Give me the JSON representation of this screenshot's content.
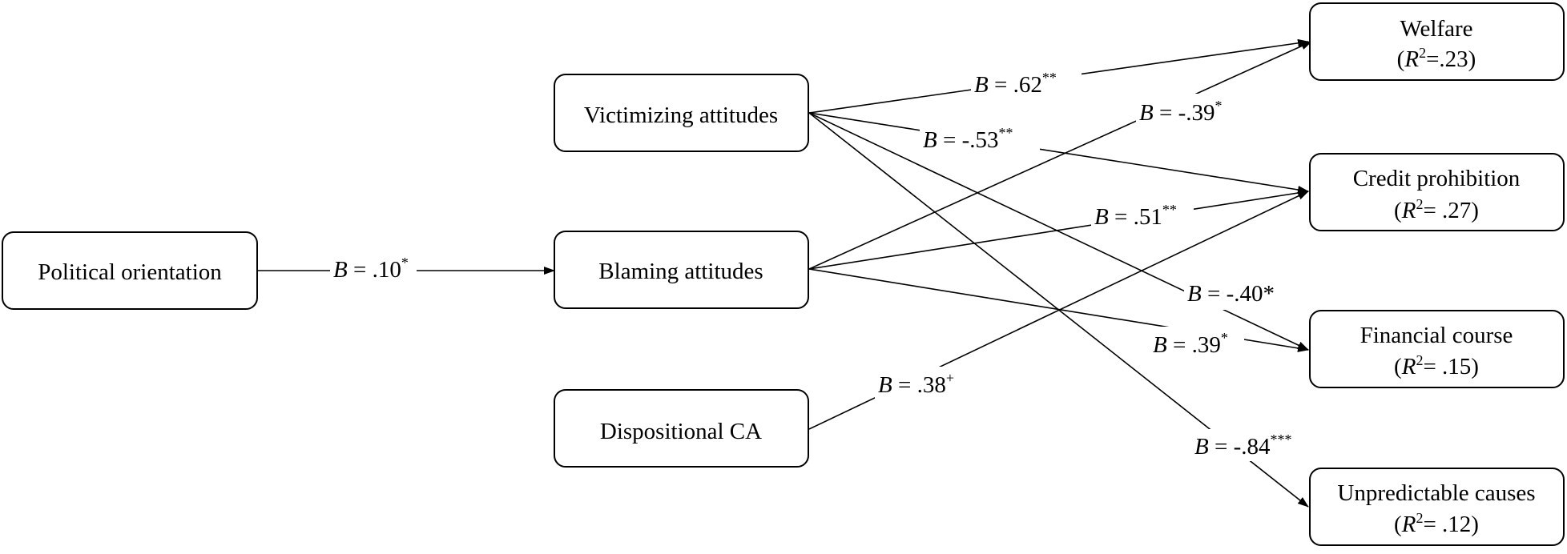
{
  "nodes": {
    "political": {
      "label": "Political orientation"
    },
    "victimizing": {
      "label": "Victimizing attitudes"
    },
    "blaming": {
      "label": "Blaming attitudes"
    },
    "dispositional": {
      "label": "Dispositional CA"
    },
    "welfare": {
      "label": "Welfare",
      "r2_prefix": "(",
      "r2_var": "R",
      "r2_exp": "2",
      "r2_value": "=.23)"
    },
    "credit": {
      "label": "Credit prohibition",
      "r2_prefix": "(",
      "r2_var": "R",
      "r2_exp": "2",
      "r2_value": "= .27)"
    },
    "financial": {
      "label": "Financial course",
      "r2_prefix": "(",
      "r2_var": "R",
      "r2_exp": "2",
      "r2_value": "= .15)"
    },
    "unpredictable": {
      "label": "Unpredictable causes",
      "r2_prefix": "(",
      "r2_var": "R",
      "r2_exp": "2",
      "r2_value": "= .12)"
    }
  },
  "paths": [
    {
      "id": "political-blaming",
      "from": "political",
      "to": "blaming",
      "var": "B",
      "value": " = .10",
      "sig": "*"
    },
    {
      "id": "victimizing-welfare",
      "from": "victimizing",
      "to": "welfare",
      "var": "B",
      "value": " = .62",
      "sig": "**"
    },
    {
      "id": "victimizing-credit",
      "from": "victimizing",
      "to": "credit",
      "var": "B",
      "value": " = -.53",
      "sig": "**"
    },
    {
      "id": "victimizing-financial",
      "from": "victimizing",
      "to": "financial",
      "var": "B",
      "value": " = -.40*",
      "sig": ""
    },
    {
      "id": "victimizing-unpredictable",
      "from": "victimizing",
      "to": "unpredictable",
      "var": "B",
      "value": " = -.84",
      "sig": "***"
    },
    {
      "id": "blaming-welfare",
      "from": "blaming",
      "to": "welfare",
      "var": "B",
      "value": " = -.39",
      "sig": "*"
    },
    {
      "id": "blaming-credit",
      "from": "blaming",
      "to": "credit",
      "var": "B",
      "value": " = .51",
      "sig": "**"
    },
    {
      "id": "blaming-financial",
      "from": "blaming",
      "to": "financial",
      "var": "B",
      "value": " = .39",
      "sig": "*"
    },
    {
      "id": "dispositional-credit",
      "from": "dispositional",
      "to": "credit",
      "var": "B",
      "value": " = .38",
      "sig": "+"
    }
  ]
}
